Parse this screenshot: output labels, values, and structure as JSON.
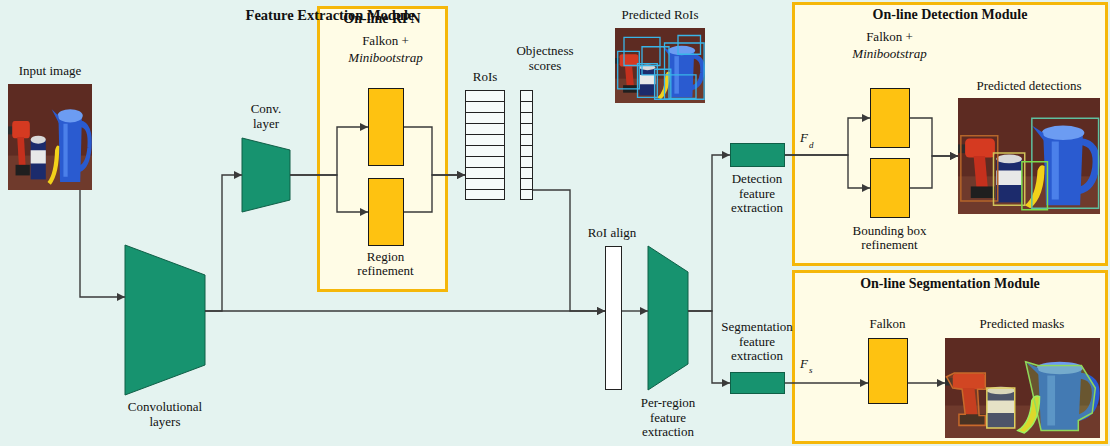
{
  "diagram": {
    "nodes": [
      {
        "text": [
          "Feature Extraction Module"
        ]
      },
      {
        "text": [
          "Input image"
        ],
        "in": 0
      },
      {
        "text": [
          "Convolutional layers"
        ],
        "in": 0
      },
      {
        "text": [
          "Conv. layer"
        ],
        "in": 0
      },
      {
        "text": [
          "On-line RPN"
        ],
        "in": 0
      },
      {
        "text": [
          "Falkon +",
          "Minibootstrap"
        ],
        "in": 4
      },
      {
        "text": [
          "Region refinement"
        ],
        "in": 4
      },
      {
        "text": [
          "RoIs"
        ],
        "in": 0
      },
      {
        "text": [
          "Objectness scores"
        ],
        "in": 0
      },
      {
        "text": [
          "Predicted RoIs"
        ],
        "in": 0
      },
      {
        "text": [
          "RoI align"
        ],
        "in": 0
      },
      {
        "text": [
          "Per-region feature extraction"
        ],
        "in": 0
      },
      {
        "text": [
          "Detection feature extraction"
        ],
        "in": 0
      },
      {
        "text": [
          "Segmentation feature extraction"
        ],
        "in": 0
      },
      {
        "text": [
          "On-line Detection Module"
        ]
      },
      {
        "text": [
          "Falkon +",
          "Minibootstrap"
        ],
        "in": 14
      },
      {
        "text": [
          "Bounding box refinement"
        ],
        "in": 14
      },
      {
        "text": [
          "Predicted detections"
        ],
        "in": 14
      },
      {
        "text": [
          "On-line Segmentation Module"
        ]
      },
      {
        "text": [
          "Falkon"
        ],
        "in": 18
      },
      {
        "text": [
          "Predicted masks"
        ],
        "in": 18
      }
    ],
    "edges": [
      {
        "from": 1,
        "to": 2,
        "arrow": "to"
      },
      {
        "from": 2,
        "to": 3,
        "arrow": "to"
      },
      {
        "from": 2,
        "to": 10,
        "arrow": "to"
      },
      {
        "from": 3,
        "to": 5,
        "arrow": "to"
      },
      {
        "from": 3,
        "to": 6,
        "arrow": "to"
      },
      {
        "from": 5,
        "to": 7,
        "arrow": "to"
      },
      {
        "from": 6,
        "to": 7,
        "arrow": "to"
      },
      {
        "from": 8,
        "to": 10,
        "arrow": "to"
      },
      {
        "from": 10,
        "to": 11,
        "arrow": "to"
      },
      {
        "from": 11,
        "to": 12,
        "arrow": "to"
      },
      {
        "from": 11,
        "to": 13,
        "arrow": "to"
      },
      {
        "from": 12,
        "to": 15,
        "arrow": "to"
      },
      {
        "from": 12,
        "to": 16,
        "arrow": "to"
      },
      {
        "from": 15,
        "to": 17,
        "arrow": "to"
      },
      {
        "from": 16,
        "to": 17,
        "arrow": "to"
      },
      {
        "from": 13,
        "to": 19,
        "arrow": "to"
      },
      {
        "from": 19,
        "to": 20,
        "arrow": "to"
      }
    ],
    "labels": [
      "F",
      "d",
      "F",
      "s"
    ]
  }
}
